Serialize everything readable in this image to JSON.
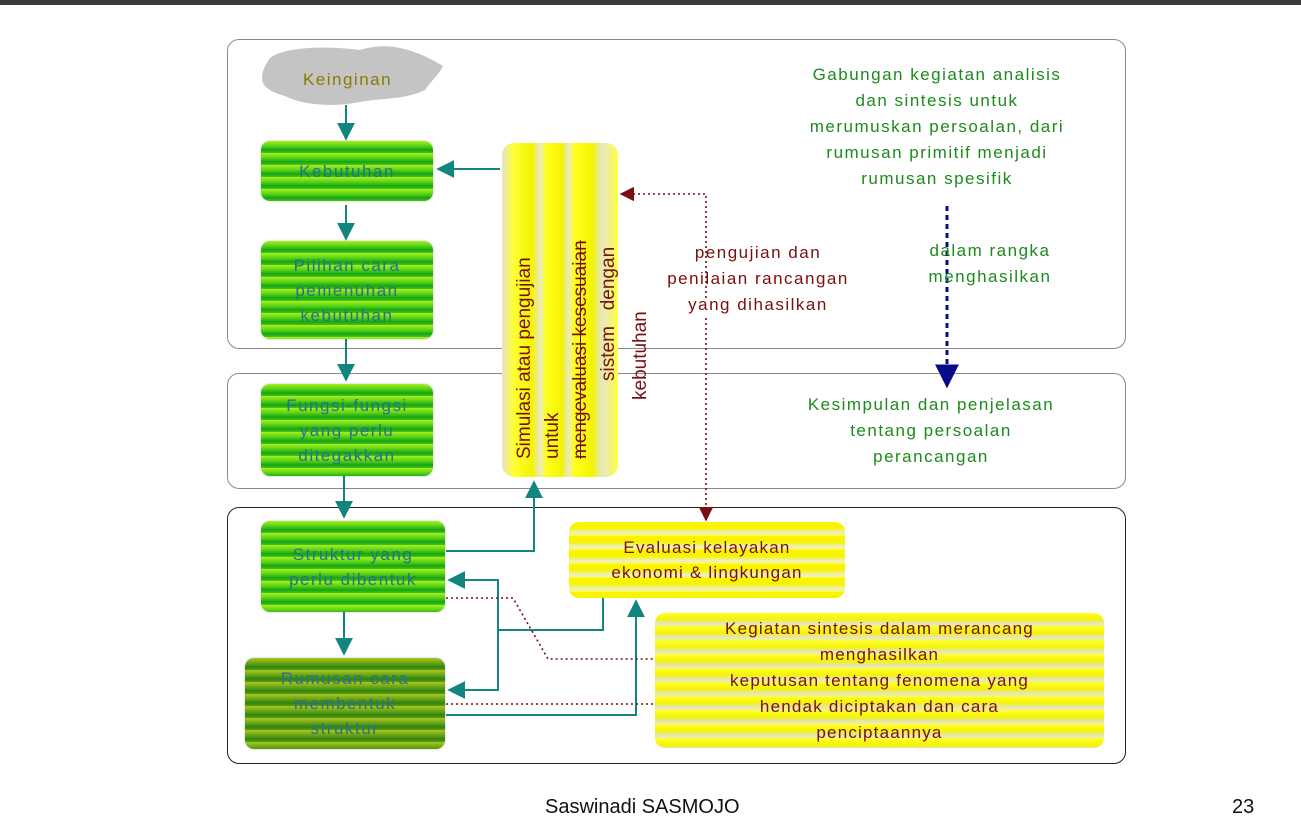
{
  "nodes": {
    "keinginan": "Keinginan",
    "kebutuhan": "Kebutuhan",
    "pilihan": [
      "Pilihan cara",
      "pemenuhan",
      "kebutuhan"
    ],
    "fungsi": [
      "Fungsi-fungsi",
      "yang perlu",
      "ditegakkan"
    ],
    "struktur": [
      "Struktur yang",
      "perlu dibentuk"
    ],
    "rumusan": [
      "Rumusan cara",
      "membentuk",
      "struktur"
    ],
    "evaluasi": [
      "Evaluasi kelayakan",
      "ekonomi & lingkungan"
    ],
    "sintesis": [
      "Kegiatan sintesis dalam merancang",
      "menghasilkan",
      "keputusan tentang fenomena yang",
      "hendak diciptakan dan cara",
      "penciptaannya"
    ]
  },
  "simulasi": {
    "line1": "Simulasi atau pengujian",
    "line2": "untuk",
    "line3": "mengevaluasi kesesuaian",
    "line4": "sistem   dengan",
    "line5": "kebutuhan"
  },
  "annotations": {
    "gabungan": [
      "Gabungan kegiatan analisis",
      "dan sintesis untuk",
      "merumuskan persoalan, dari",
      "rumusan primitif menjadi",
      "rumusan spesifik"
    ],
    "dalam": [
      "dalam rangka",
      "menghasilkan"
    ],
    "pengujian": [
      "pengujian dan",
      "penilaian rancangan",
      "yang dihasilkan"
    ],
    "kesimpulan": [
      "Kesimpulan dan penjelasan",
      "tentang persoalan",
      "perancangan"
    ]
  },
  "footer": {
    "author": "Saswinadi SASMOJO",
    "page": "23"
  },
  "colors": {
    "teal_arrow": "#13857f",
    "maroon": "#7a0f0f",
    "navy": "#0a0a8c",
    "green_text": "#1d8a1d"
  }
}
